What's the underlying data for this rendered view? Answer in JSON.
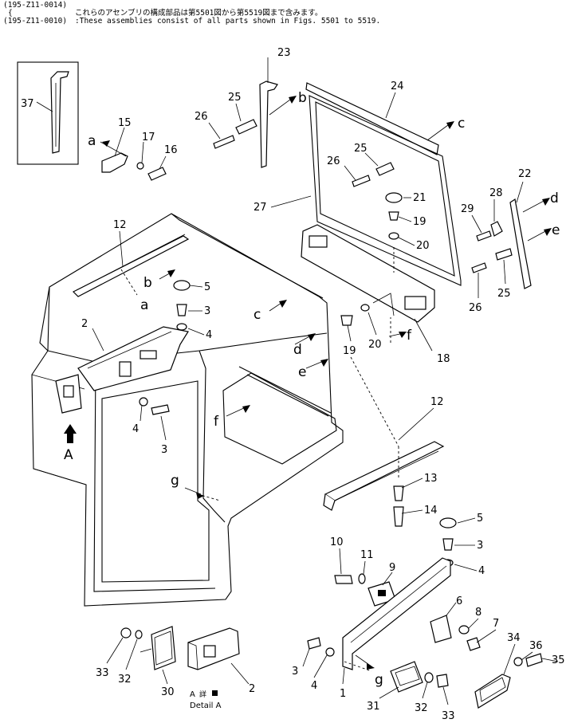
{
  "header": {
    "code1": "(195-Z11-0014)",
    "brace": "{",
    "code2": "(195-Z11-0010)",
    "text_jp": "これらのアセンブリの構成部品は第5501図から第5519図まで含みます。",
    "text_en": ":These assemblies consist of all parts shown in Figs. 5501 to 5519."
  },
  "part_numbers": [
    "37",
    "23",
    "15",
    "17",
    "16",
    "25",
    "26",
    "24",
    "27",
    "26",
    "25",
    "21",
    "19",
    "20",
    "29",
    "28",
    "22",
    "25",
    "26",
    "12",
    "5",
    "3",
    "4",
    "2",
    "20",
    "19",
    "18",
    "4",
    "3",
    "12",
    "13",
    "14",
    "5",
    "3",
    "4",
    "10",
    "11",
    "9",
    "6",
    "8",
    "7",
    "33",
    "32",
    "30",
    "2",
    "3",
    "4",
    "1",
    "31",
    "32",
    "33",
    "34",
    "36",
    "35"
  ],
  "reference_letters": [
    "a",
    "b",
    "c",
    "a",
    "b",
    "c",
    "d",
    "e",
    "d",
    "e",
    "f",
    "f",
    "g",
    "g",
    "A"
  ],
  "detail": {
    "label_a": "A",
    "label_detail": "Detail A",
    "jp_mark": "詳"
  }
}
